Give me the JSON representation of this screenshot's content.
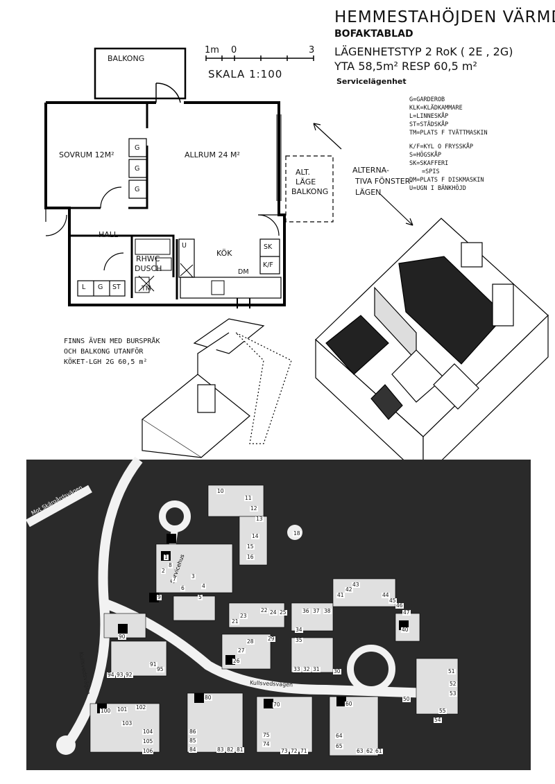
{
  "header": {
    "title": "HEMMESTAHÖJDEN VÄRMD",
    "subtitle": "BOFAKTABLAD",
    "apartment_type": "LÄGENHETSTYP  2 RoK ( 2E , 2G)",
    "area": "YTA 58,5m² RESP 60,5 m²",
    "service": "Servicelägenhet"
  },
  "scale": {
    "label": "SKALA 1:100",
    "ticks": [
      "1m",
      "0",
      "3"
    ]
  },
  "legend": [
    "G=GARDEROB",
    "KLK=KLÄDKAMMARE",
    "L=LINNESKÅP",
    "ST=STÄDSKÅP",
    "TM=PLATS F TVÄTTMASKIN",
    "K/F=KYL O FRYSSKÅP",
    "S=HÖGSKÅP",
    "SK=SKAFFERI",
    "=SPIS",
    "DM=PLATS F DISKMASKIN",
    "U=UGN I BÄNKHÖJD"
  ],
  "rooms": {
    "balkong": "BALKONG",
    "sovrum": "SOVRUM 12M²",
    "allrum": "ALLRUM 24 M²",
    "hall": "HALL",
    "rhwc": "RHWC",
    "dusch": "DUSCH",
    "kok": "KÖK"
  },
  "cabinets": {
    "g": "G",
    "l": "L",
    "st": "ST",
    "u": "U",
    "sk": "SK",
    "kf": "K/F",
    "dm": "DM",
    "tm": "TM"
  },
  "alt_balkong": [
    "ALT.",
    "LÄGE",
    "BALKONG"
  ],
  "alt_window": [
    "ALTERNA-",
    "TIVA FÖNSTER-",
    "LÄGEN"
  ],
  "note": [
    "FINNS ÄVEN MED BURSPRÅK",
    "OCH BALKONG UTANFÖR",
    "KÖKET-LGH 2G  60,5 m²"
  ],
  "site_map": {
    "road_skarg": "Mot Skärgårdsvägen",
    "road_kull_main": "Kullsvedsvägen",
    "road_kull_side": "Kullsvedsvägen",
    "servicehus": "Servicehus",
    "unit_numbers": [
      "10",
      "11",
      "12",
      "13",
      "14",
      "15",
      "16",
      "18",
      "1",
      "2",
      "3",
      "4",
      "5",
      "6",
      "7",
      "8",
      "9",
      "21",
      "22",
      "23",
      "24",
      "25",
      "26",
      "27",
      "28",
      "29",
      "30",
      "31",
      "32",
      "33",
      "34",
      "35",
      "36",
      "37",
      "38",
      "40",
      "41",
      "42",
      "43",
      "44",
      "45",
      "46",
      "47",
      "50",
      "51",
      "52",
      "53",
      "54",
      "55",
      "60",
      "61",
      "62",
      "63",
      "64",
      "65",
      "70",
      "71",
      "72",
      "73",
      "74",
      "75",
      "80",
      "81",
      "82",
      "83",
      "84",
      "85",
      "86",
      "90",
      "91",
      "92",
      "93",
      "94",
      "95",
      "100",
      "101",
      "102",
      "103",
      "104",
      "105",
      "106"
    ]
  }
}
